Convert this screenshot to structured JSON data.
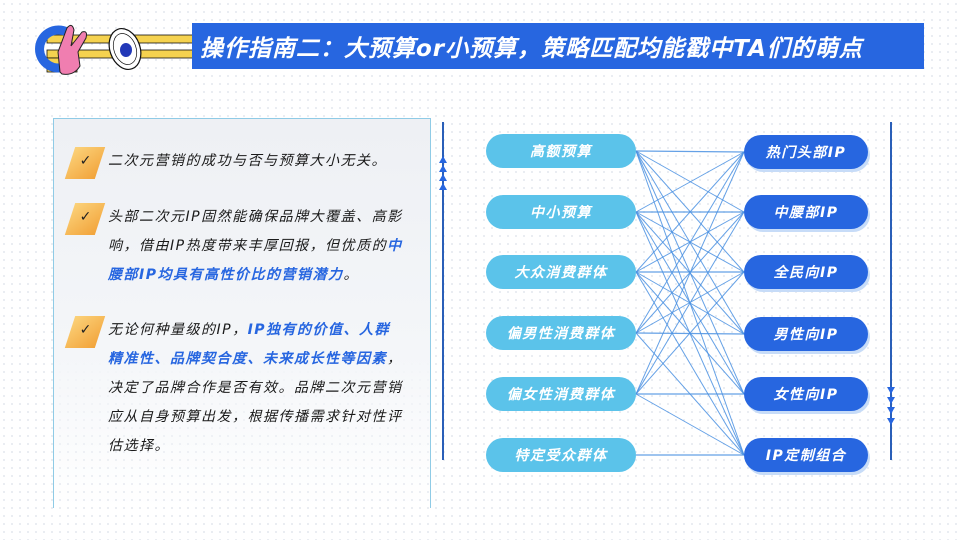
{
  "header": {
    "title": "操作指南二：大预算or小预算，策略匹配均能戳中TA们的萌点",
    "accent_color": "#2766e0"
  },
  "left_panel": {
    "check_icon": "✓",
    "bullets": [
      {
        "parts": [
          {
            "text": "二次元营销的成功与否与预算大小无关。",
            "highlight": false
          }
        ]
      },
      {
        "parts": [
          {
            "text": "头部二次元IP固然能确保品牌大覆盖、高影响，借由IP热度带来丰厚回报，但优质的",
            "highlight": false
          },
          {
            "text": "中腰部IP均具有高性价比的营销潜力",
            "highlight": true
          },
          {
            "text": "。",
            "highlight": false
          }
        ]
      },
      {
        "parts": [
          {
            "text": "无论何种量级的IP，",
            "highlight": false
          },
          {
            "text": "IP独有的价值、人群精准性、品牌契合度、未来成长性等因素",
            "highlight": true
          },
          {
            "text": "，决定了品牌合作是否有效。品牌二次元营销应从自身预算出发，根据传播需求针对性评估选择。",
            "highlight": false
          }
        ]
      }
    ]
  },
  "diagram": {
    "left_nodes": [
      "高额预算",
      "中小预算",
      "大众消费群体",
      "偏男性消费群体",
      "偏女性消费群体",
      "特定受众群体"
    ],
    "right_nodes": [
      "热门头部IP",
      "中腰部IP",
      "全民向IP",
      "男性向IP",
      "女性向IP",
      "IP定制组合"
    ],
    "left_color": "#5bc3ea",
    "right_color": "#2766e0",
    "line_color": "#4a90e2",
    "links": [
      [
        0,
        0
      ],
      [
        0,
        1
      ],
      [
        0,
        2
      ],
      [
        0,
        3
      ],
      [
        0,
        4
      ],
      [
        0,
        5
      ],
      [
        1,
        0
      ],
      [
        1,
        1
      ],
      [
        1,
        2
      ],
      [
        1,
        3
      ],
      [
        1,
        4
      ],
      [
        1,
        5
      ],
      [
        2,
        0
      ],
      [
        2,
        1
      ],
      [
        2,
        2
      ],
      [
        2,
        3
      ],
      [
        2,
        4
      ],
      [
        2,
        5
      ],
      [
        3,
        0
      ],
      [
        3,
        1
      ],
      [
        3,
        2
      ],
      [
        3,
        3
      ],
      [
        3,
        5
      ],
      [
        4,
        0
      ],
      [
        4,
        1
      ],
      [
        4,
        2
      ],
      [
        4,
        4
      ],
      [
        4,
        5
      ],
      [
        5,
        5
      ]
    ]
  }
}
